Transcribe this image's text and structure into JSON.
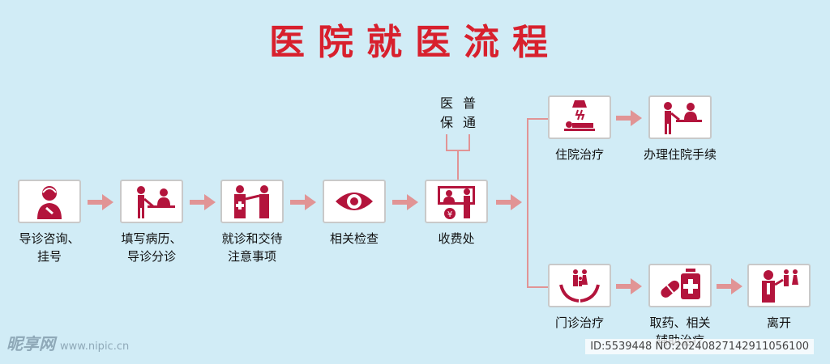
{
  "title": "医院就医流程",
  "accent_color": "#d8202d",
  "icon_color": "#b3143c",
  "arrow_color": "#e19495",
  "steps": [
    {
      "label": "导诊咨询、",
      "label2": "挂号",
      "icon": "nurse-icon"
    },
    {
      "label": "填写病历、",
      "label2": "导诊分诊",
      "icon": "reception-desk-icon"
    },
    {
      "label": "就诊和交待",
      "label2": "注意事项",
      "icon": "doctor-consult-icon"
    },
    {
      "label": "相关检查",
      "icon": "eye-icon"
    },
    {
      "label": "收费处",
      "icon": "cashier-icon"
    }
  ],
  "payment_types": {
    "yibao": [
      "医",
      "保"
    ],
    "putong": [
      "普",
      "通"
    ]
  },
  "inpatient": [
    {
      "label": "住院治疗",
      "icon": "hospital-bed-icon"
    },
    {
      "label": "办理住院手续",
      "icon": "admission-desk-icon"
    }
  ],
  "outpatient": [
    {
      "label": "门诊治疗",
      "icon": "family-care-icon"
    },
    {
      "label": "取药、相关",
      "label2": "辅助治疗",
      "icon": "medicine-icon"
    },
    {
      "label": "离开",
      "icon": "leave-icon"
    }
  ],
  "watermark": {
    "brand": "昵享网",
    "url": "www.nipic.cn",
    "id_text": "ID:5539448 NO:20240827142911056100"
  }
}
